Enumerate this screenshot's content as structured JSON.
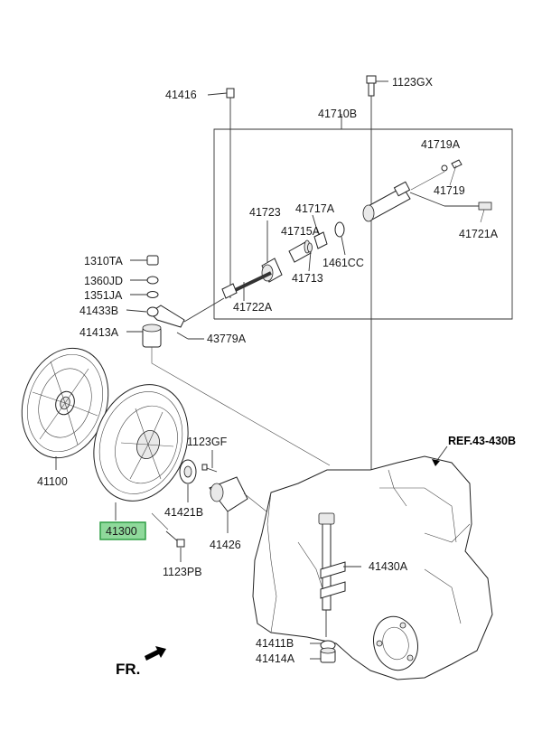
{
  "labels": {
    "p41416": "41416",
    "p1123GX": "1123GX",
    "p41710B": "41710B",
    "p41719A": "41719A",
    "p41719": "41719",
    "p41721A": "41721A",
    "p41723": "41723",
    "p41717A": "41717A",
    "p41715A": "41715A",
    "p41713": "41713",
    "p1461CC": "1461CC",
    "p41722A": "41722A",
    "p1310TA": "1310TA",
    "p1360JD": "1360JD",
    "p1351JA": "1351JA",
    "p41433B": "41433B",
    "p41413A": "41413A",
    "p43779A": "43779A",
    "p41100": "41100",
    "p1123GF": "1123GF",
    "p41421B": "41421B",
    "p41426": "41426",
    "p41300": "41300",
    "p1123PB": "1123PB",
    "p41430A": "41430A",
    "p41411B": "41411B",
    "p41414A": "41414A"
  },
  "reference": "REF.43-430B",
  "direction_label": "FR.",
  "highlight_color": "#8fd99b",
  "highlight_border": "#2f9e44"
}
